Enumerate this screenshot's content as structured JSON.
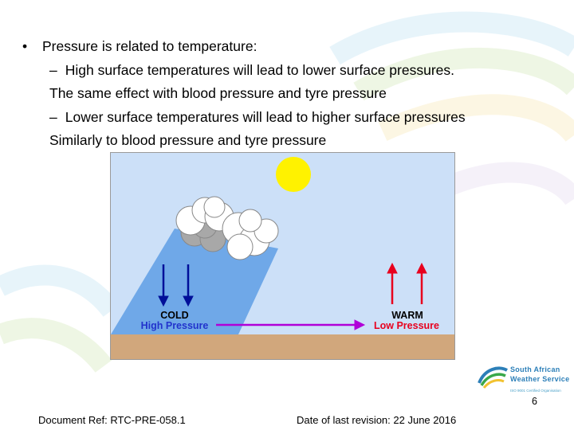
{
  "slide": {
    "bullet_symbol": "•",
    "bullet_text": "Pressure is related to temperature:",
    "sub1_dash": "–",
    "sub1_text": "High surface temperatures will lead to lower surface pressures.",
    "line2": "The same effect with blood pressure and tyre pressure",
    "sub2_dash": "–",
    "sub2_text": "Lower surface temperatures will lead to higher surface pressures",
    "line4": "Similarly to blood pressure and tyre pressure",
    "page_number": "6"
  },
  "diagram": {
    "cold_label": "COLD",
    "high_pressure_label": "High Pressure",
    "warm_label": "WARM",
    "low_pressure_label": "Low Pressure",
    "colors": {
      "sky": "#cce0f8",
      "ground": "#d1a77c",
      "sun": "#fff200",
      "cold_column": "#6fa8e8",
      "down_arrow": "#000f99",
      "up_arrow": "#e8001e",
      "flow_arrow": "#b000d8",
      "high_pressure_text": "#2233cc",
      "low_pressure_text": "#e8001e"
    }
  },
  "footer": {
    "doc_ref": "Document Ref: RTC-PRE-058.1",
    "revision": "Date of last revision: 22 June 2016"
  },
  "logo": {
    "name_line1": "South African",
    "name_line2": "Weather Service",
    "tagline": "ISO 9001 Certified Organisation"
  }
}
